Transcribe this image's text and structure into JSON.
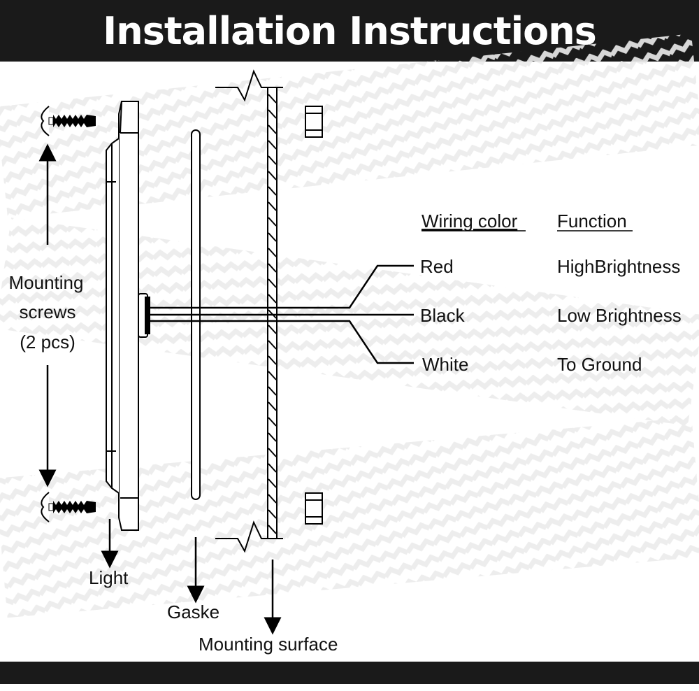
{
  "title": "Installation Instructions",
  "labels": {
    "screws_line1": "Mounting",
    "screws_line2": "screws",
    "screws_line3": "(2 pcs)",
    "light": "Light",
    "gasket": "Gaske",
    "surface": "Mounting surface"
  },
  "table": {
    "headers": {
      "wiring": "Wiring color",
      "function": "Function"
    },
    "rows": [
      {
        "color": "Red",
        "function": "HighBrightness"
      },
      {
        "color": "Black",
        "function": "Low Brightness"
      },
      {
        "color": "White",
        "function": "To Ground"
      }
    ]
  }
}
